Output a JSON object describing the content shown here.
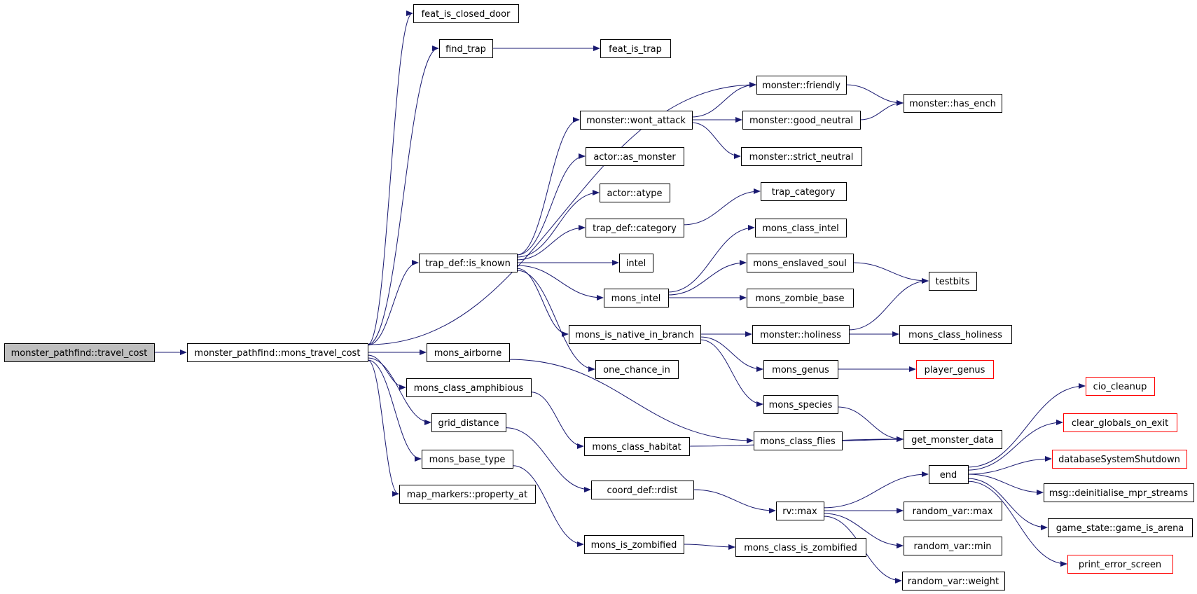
{
  "colors": {
    "edge": "#191970",
    "node_border": "#000000",
    "truncated_border": "#ff0000",
    "root_fill": "#bfbfbf",
    "node_fill": "#ffffff"
  },
  "nodes": [
    {
      "id": "n0",
      "label": "monster_pathfind::travel_cost",
      "root": true
    },
    {
      "id": "n1",
      "label": "monster_pathfind::mons_travel_cost"
    },
    {
      "id": "n2",
      "label": "feat_is_closed_door"
    },
    {
      "id": "n3",
      "label": "find_trap"
    },
    {
      "id": "n4",
      "label": "feat_is_trap"
    },
    {
      "id": "n5",
      "label": "monster::friendly"
    },
    {
      "id": "n6",
      "label": "monster::has_ench"
    },
    {
      "id": "n7",
      "label": "monster::wont_attack"
    },
    {
      "id": "n8",
      "label": "monster::good_neutral"
    },
    {
      "id": "n9",
      "label": "monster::strict_neutral"
    },
    {
      "id": "n10",
      "label": "actor::as_monster"
    },
    {
      "id": "n11",
      "label": "actor::atype"
    },
    {
      "id": "n12",
      "label": "trap_category"
    },
    {
      "id": "n13",
      "label": "trap_def::category"
    },
    {
      "id": "n14",
      "label": "mons_class_intel"
    },
    {
      "id": "n15",
      "label": "trap_def::is_known"
    },
    {
      "id": "n16",
      "label": "intel"
    },
    {
      "id": "n17",
      "label": "mons_enslaved_soul"
    },
    {
      "id": "n18",
      "label": "testbits"
    },
    {
      "id": "n19",
      "label": "mons_intel"
    },
    {
      "id": "n20",
      "label": "mons_zombie_base"
    },
    {
      "id": "n21",
      "label": "mons_is_native_in_branch"
    },
    {
      "id": "n22",
      "label": "monster::holiness"
    },
    {
      "id": "n23",
      "label": "mons_class_holiness"
    },
    {
      "id": "n24",
      "label": "mons_airborne"
    },
    {
      "id": "n25",
      "label": "one_chance_in"
    },
    {
      "id": "n26",
      "label": "mons_genus"
    },
    {
      "id": "n27",
      "label": "player_genus",
      "truncated": true
    },
    {
      "id": "n28",
      "label": "mons_class_amphibious"
    },
    {
      "id": "n29",
      "label": "cio_cleanup",
      "truncated": true
    },
    {
      "id": "n30",
      "label": "mons_species"
    },
    {
      "id": "n31",
      "label": "grid_distance"
    },
    {
      "id": "n32",
      "label": "clear_globals_on_exit",
      "truncated": true
    },
    {
      "id": "n33",
      "label": "mons_class_habitat"
    },
    {
      "id": "n34",
      "label": "mons_class_flies"
    },
    {
      "id": "n35",
      "label": "get_monster_data"
    },
    {
      "id": "n36",
      "label": "databaseSystemShutdown",
      "truncated": true
    },
    {
      "id": "n37",
      "label": "mons_base_type"
    },
    {
      "id": "n38",
      "label": "end"
    },
    {
      "id": "n39",
      "label": "msg::deinitialise_mpr_streams"
    },
    {
      "id": "n40",
      "label": "map_markers::property_at"
    },
    {
      "id": "n41",
      "label": "coord_def::rdist"
    },
    {
      "id": "n42",
      "label": "rv::max"
    },
    {
      "id": "n43",
      "label": "random_var::max"
    },
    {
      "id": "n44",
      "label": "game_state::game_is_arena"
    },
    {
      "id": "n45",
      "label": "mons_is_zombified"
    },
    {
      "id": "n46",
      "label": "mons_class_is_zombified"
    },
    {
      "id": "n47",
      "label": "random_var::min"
    },
    {
      "id": "n48",
      "label": "print_error_screen",
      "truncated": true
    },
    {
      "id": "n49",
      "label": "random_var::weight"
    }
  ],
  "edges": [
    [
      "n0",
      "n1"
    ],
    [
      "n1",
      "n2"
    ],
    [
      "n1",
      "n3"
    ],
    [
      "n3",
      "n4"
    ],
    [
      "n1",
      "n5"
    ],
    [
      "n1",
      "n15"
    ],
    [
      "n1",
      "n24"
    ],
    [
      "n1",
      "n28"
    ],
    [
      "n1",
      "n31"
    ],
    [
      "n1",
      "n37"
    ],
    [
      "n1",
      "n40"
    ],
    [
      "n5",
      "n6"
    ],
    [
      "n7",
      "n5"
    ],
    [
      "n7",
      "n8"
    ],
    [
      "n7",
      "n9"
    ],
    [
      "n8",
      "n6"
    ],
    [
      "n15",
      "n7"
    ],
    [
      "n15",
      "n10"
    ],
    [
      "n15",
      "n11"
    ],
    [
      "n15",
      "n13"
    ],
    [
      "n15",
      "n16"
    ],
    [
      "n15",
      "n19"
    ],
    [
      "n15",
      "n21"
    ],
    [
      "n15",
      "n25"
    ],
    [
      "n13",
      "n12"
    ],
    [
      "n19",
      "n14"
    ],
    [
      "n19",
      "n17"
    ],
    [
      "n19",
      "n20"
    ],
    [
      "n17",
      "n18"
    ],
    [
      "n21",
      "n22"
    ],
    [
      "n21",
      "n26"
    ],
    [
      "n21",
      "n30"
    ],
    [
      "n22",
      "n18"
    ],
    [
      "n22",
      "n23"
    ],
    [
      "n26",
      "n27"
    ],
    [
      "n30",
      "n35"
    ],
    [
      "n24",
      "n34"
    ],
    [
      "n34",
      "n35"
    ],
    [
      "n28",
      "n33"
    ],
    [
      "n33",
      "n35"
    ],
    [
      "n31",
      "n41"
    ],
    [
      "n41",
      "n42"
    ],
    [
      "n42",
      "n38"
    ],
    [
      "n42",
      "n43"
    ],
    [
      "n42",
      "n47"
    ],
    [
      "n42",
      "n49"
    ],
    [
      "n38",
      "n29"
    ],
    [
      "n38",
      "n32"
    ],
    [
      "n38",
      "n36"
    ],
    [
      "n38",
      "n39"
    ],
    [
      "n38",
      "n44"
    ],
    [
      "n38",
      "n48"
    ],
    [
      "n37",
      "n45"
    ],
    [
      "n45",
      "n46"
    ]
  ]
}
